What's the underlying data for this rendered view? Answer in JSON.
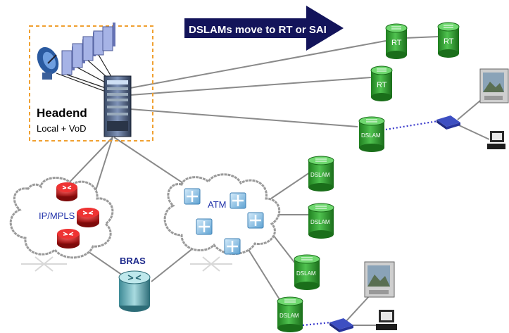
{
  "arrow_banner": {
    "text": "DSLAMs move to RT or SAI",
    "color": "#13145a"
  },
  "headend": {
    "title": "Headend",
    "subtitle": "Local + VoD"
  },
  "clouds": {
    "ipmpls_label": "IP/MPLS",
    "atm_label": "ATM"
  },
  "bras": {
    "label": "BRAS",
    "color": "#1e2a8c"
  },
  "nodes": {
    "rt_top_left": "RT",
    "rt_top_right": "RT",
    "rt_middle": "RT",
    "dslam_headend": "DSLAM",
    "dslam_atm_1": "DSLAM",
    "dslam_atm_2": "DSLAM",
    "dslam_atm_3": "DSLAM",
    "dslam_atm_4": "DSLAM"
  },
  "colors": {
    "cylinder_green": "#2e9e2e",
    "headend_box_border": "#f0a030",
    "router_red": "#c81818",
    "atm_switch_blue": "#7fb8e0",
    "link_gray": "#8a8a8a",
    "link_dotted": "#3a3acc"
  }
}
